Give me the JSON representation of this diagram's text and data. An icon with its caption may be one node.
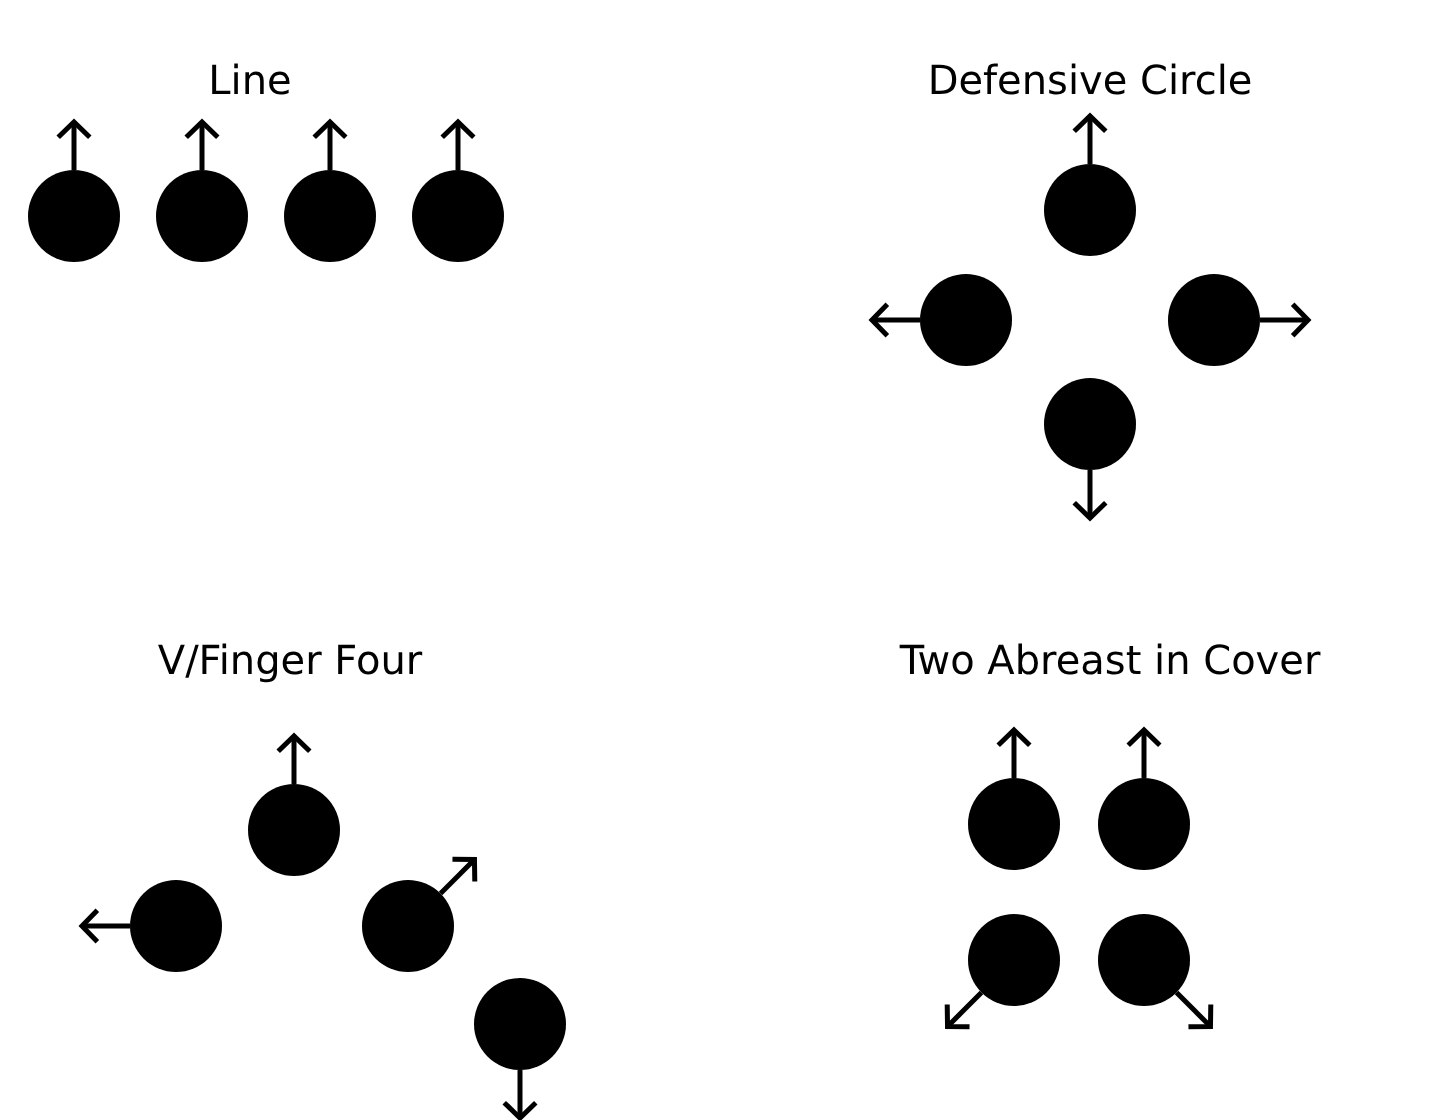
{
  "diagram": {
    "nodes": [
      {
        "text": [],
        "shape": "circle"
      },
      {
        "text": [],
        "shape": "circle"
      },
      {
        "text": [],
        "shape": "circle"
      },
      {
        "text": [],
        "shape": "circle"
      },
      {
        "text": [],
        "shape": "circle"
      },
      {
        "text": [],
        "shape": "circle"
      },
      {
        "text": [],
        "shape": "circle"
      },
      {
        "text": [],
        "shape": "circle"
      },
      {
        "text": [],
        "shape": "circle"
      },
      {
        "text": [],
        "shape": "circle"
      },
      {
        "text": [],
        "shape": "circle"
      },
      {
        "text": [],
        "shape": "circle"
      },
      {
        "text": [],
        "shape": "circle"
      },
      {
        "text": [],
        "shape": "circle"
      },
      {
        "text": [],
        "shape": "circle"
      },
      {
        "text": [],
        "shape": "circle"
      }
    ],
    "labels": [
      "Line",
      "Defensive Circle",
      "V/Finger Four",
      "Two Abreast in Cover"
    ]
  }
}
